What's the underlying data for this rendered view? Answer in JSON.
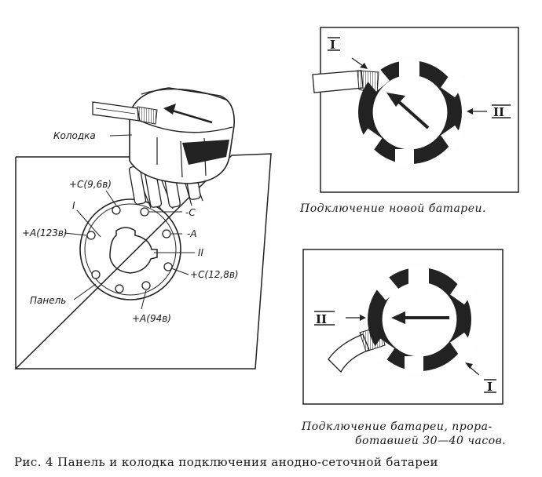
{
  "left_figure": {
    "labels": {
      "plug": "Колодка",
      "panel": "Панель",
      "pin_plus_c_96": "+С(9,6в)",
      "pin_minus_c": "-С",
      "pin_minus_a": "-А",
      "pin_plus_a_123": "+А(123в)",
      "pin_plus_c_128": "+С(12,8в)",
      "pin_plus_a_94": "+А(94в)",
      "mark_i": "I",
      "mark_ii": "II"
    }
  },
  "top_right_figure": {
    "marker_i": "I",
    "marker_ii": "II",
    "caption": "Подключение новой батареи."
  },
  "bottom_right_figure": {
    "marker_i": "I",
    "marker_ii": "II",
    "caption_line1": "Подключение батареи, прора-",
    "caption_line2": "ботавшей 30—40 часов."
  },
  "figure_caption": "Рис. 4 Панель и колодка подключения анодно-сеточной батареи"
}
